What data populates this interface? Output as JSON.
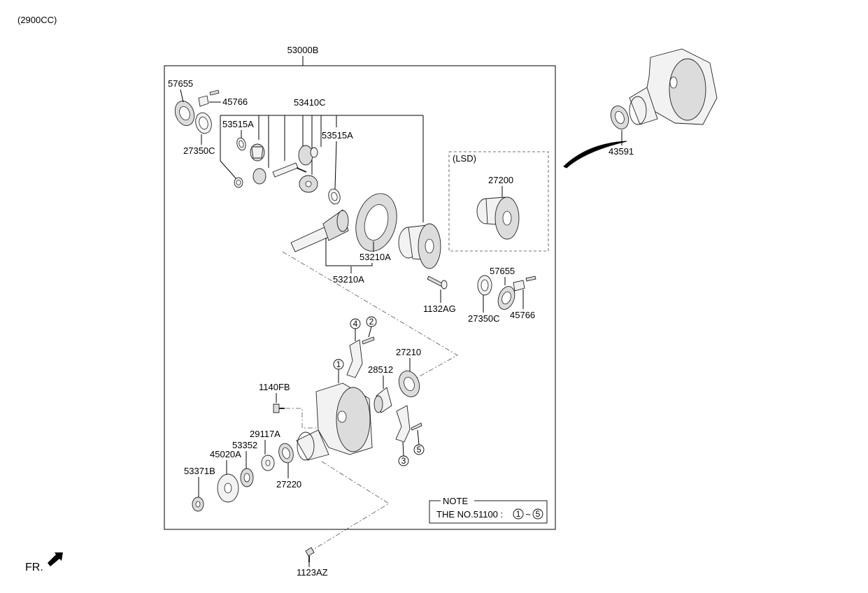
{
  "engine_code": "(2900CC)",
  "assembly_number": "53000B",
  "lsd_label": "(LSD)",
  "note": {
    "title": "NOTE",
    "text": "THE NO.51100 :",
    "range_start": "1",
    "range_sep": "~",
    "range_end": "5"
  },
  "front_label": "FR.",
  "parts": {
    "p57655_top": "57655",
    "p45766_top": "45766",
    "p27350c_top": "27350C",
    "p53515a_left": "53515A",
    "p53410c": "53410C",
    "p53515a_right": "53515A",
    "p53210a_ring": "53210A",
    "p53210a_set": "53210A",
    "p27200": "27200",
    "p1132ag": "1132AG",
    "p57655_right": "57655",
    "p27350c_right": "27350C",
    "p45766_right": "45766",
    "p27210": "27210",
    "p28512": "28512",
    "p1140fb": "1140FB",
    "p29117a": "29117A",
    "p53352": "53352",
    "p45020a": "45020A",
    "p53371b": "53371B",
    "p27220": "27220",
    "p1123az": "1123AZ",
    "p43591": "43591"
  },
  "callouts": {
    "c1": "1",
    "c2": "2",
    "c3": "3",
    "c4": "4",
    "c5": "5"
  }
}
